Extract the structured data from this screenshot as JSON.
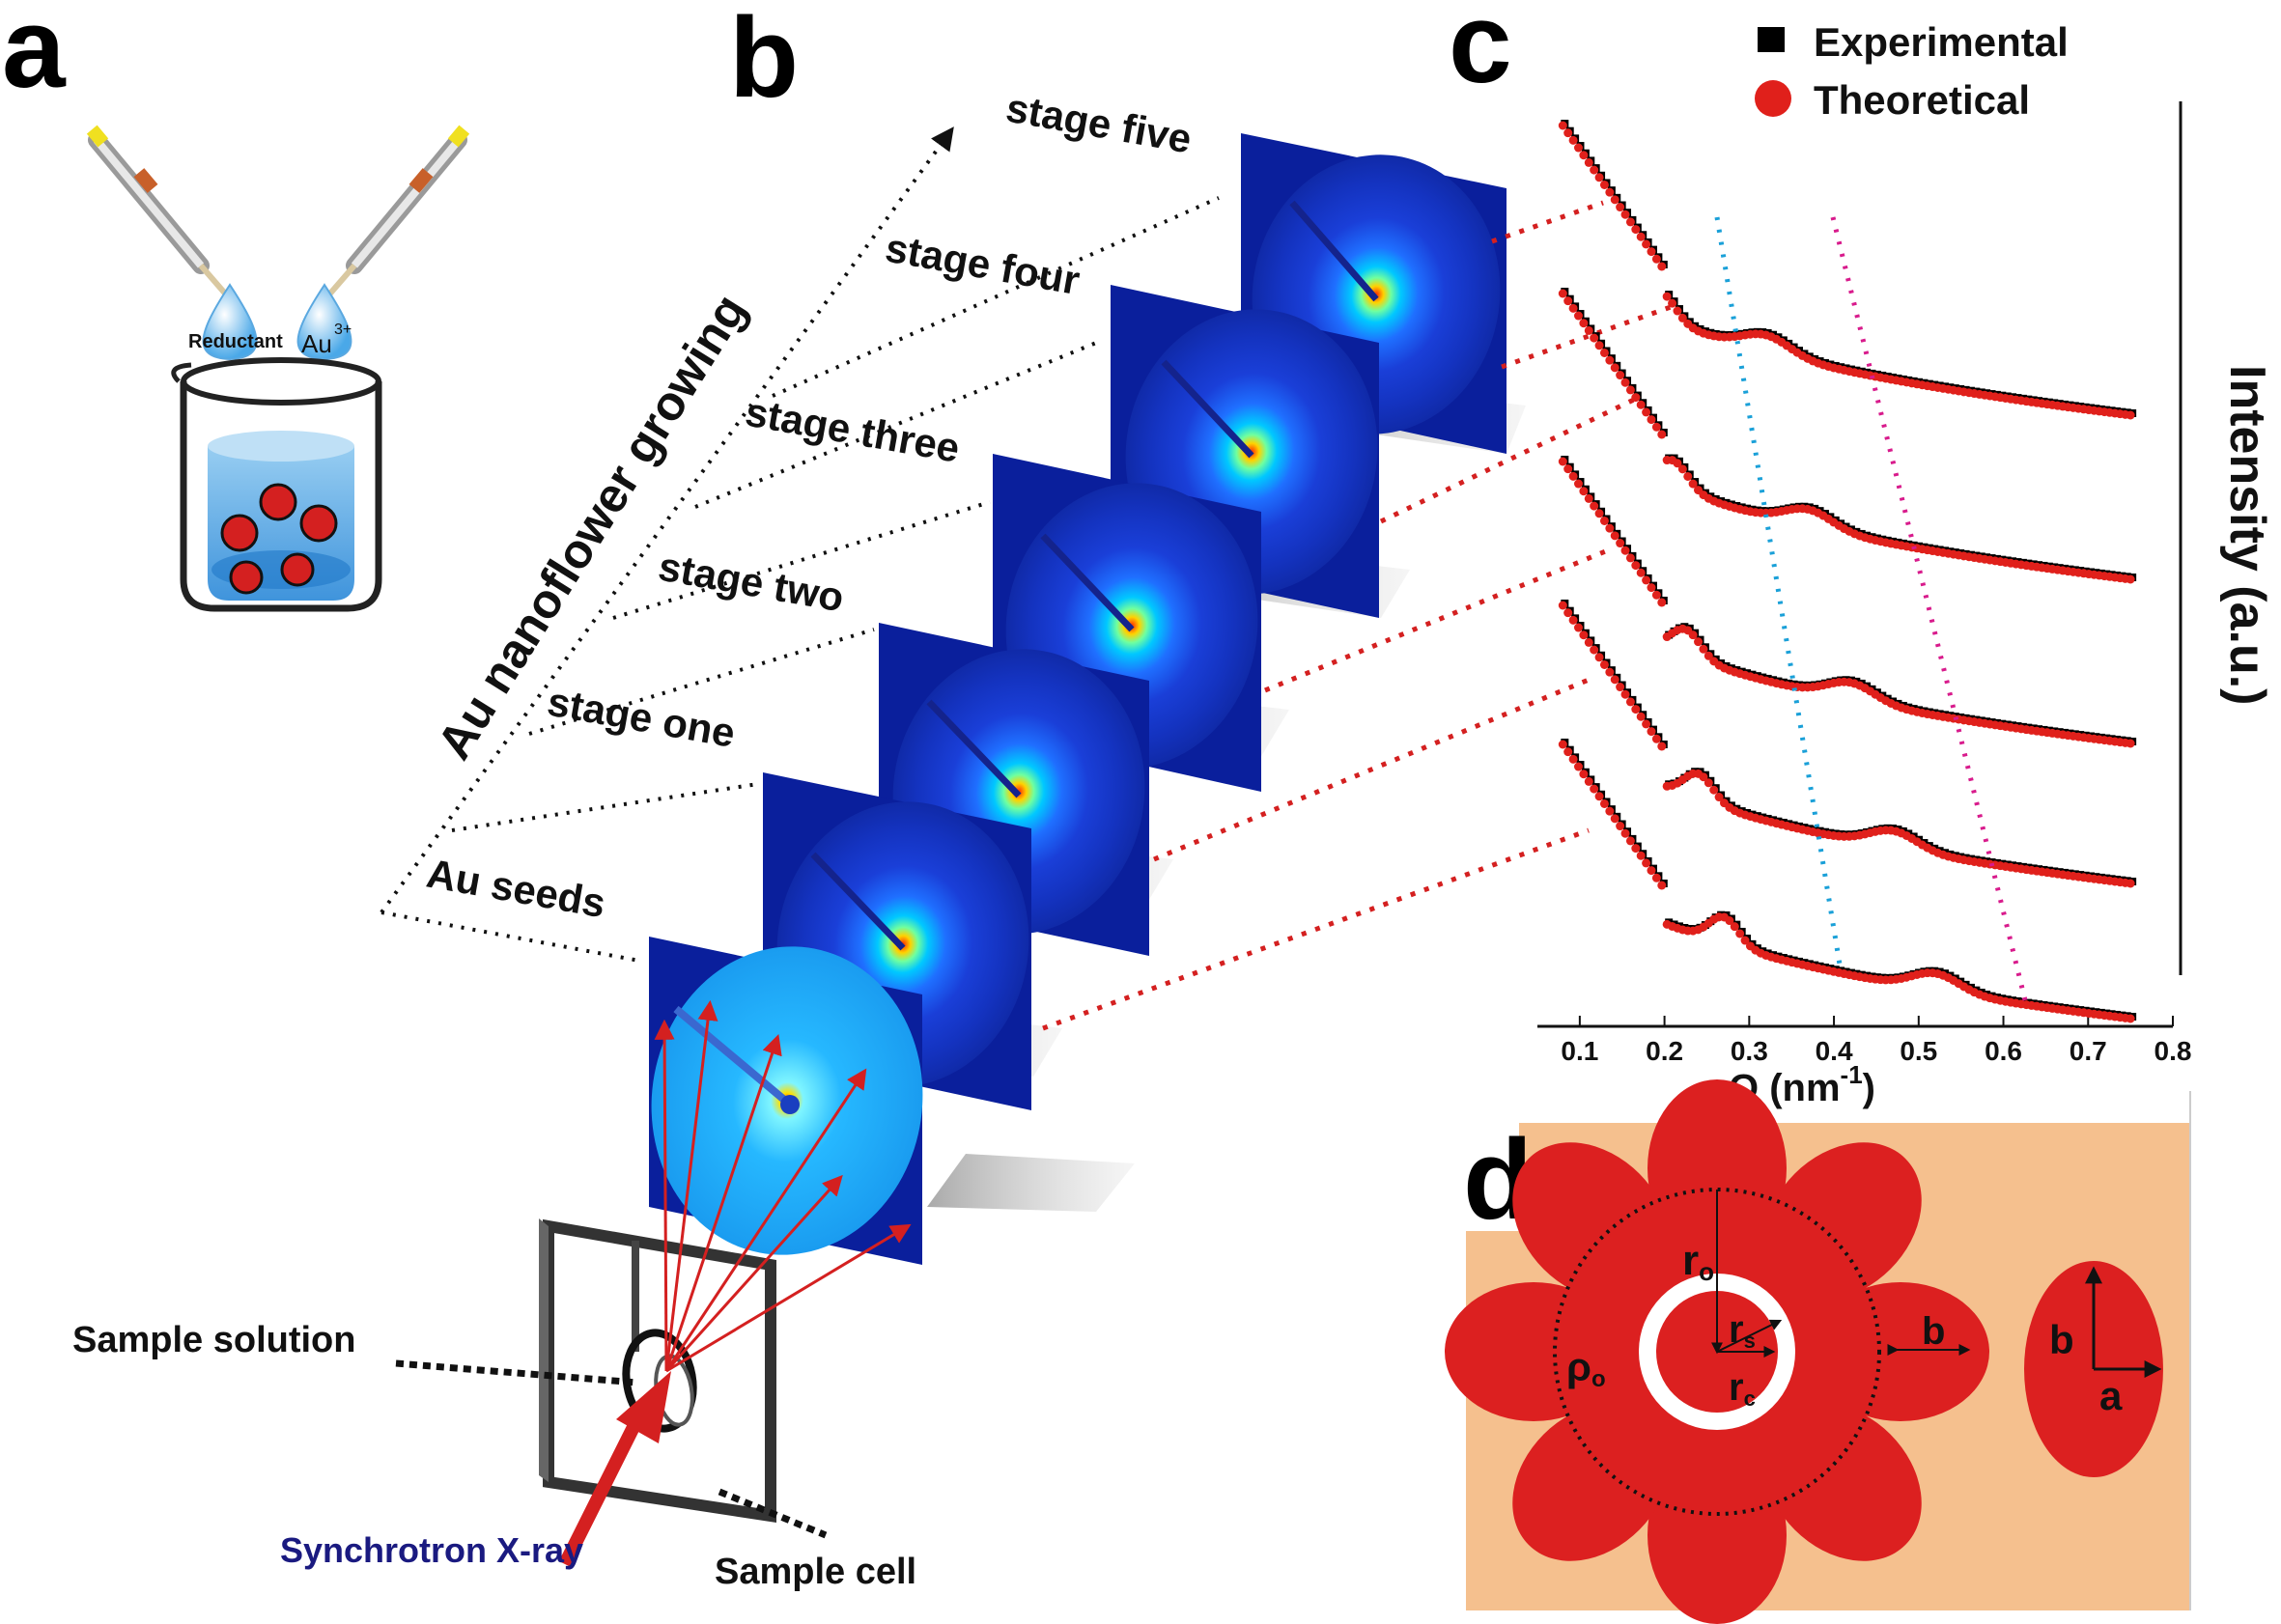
{
  "panels": {
    "a": "a",
    "b": "b",
    "c": "c",
    "d": "d"
  },
  "panel_a": {
    "reductant": "Reductant",
    "au_ion": "Au",
    "au_charge": "3+"
  },
  "panel_b": {
    "axis_label": "Au nanoflower growing",
    "stages": [
      "Au seeds",
      "stage one",
      "stage two",
      "stage three",
      "stage four",
      "stage five"
    ],
    "sample_solution": "Sample solution",
    "sample_cell": "Sample cell",
    "xray": "Synchrotron X-ray"
  },
  "chart_data": {
    "type": "scatter",
    "legend": [
      {
        "name": "Experimental",
        "marker": "square",
        "color": "#000000"
      },
      {
        "name": "Theoretical",
        "marker": "circle",
        "color": "#e0201b"
      }
    ],
    "legend_position": "top-right",
    "xlabel": "Q (nm",
    "xlabel_sup": "-1",
    "xlabel_close": ")",
    "ylabel": "Intensity (a.u.)",
    "xlim": [
      0.05,
      0.8
    ],
    "x_ticks": [
      "0.1",
      "0.2",
      "0.3",
      "0.4",
      "0.5",
      "0.6",
      "0.7",
      "0.8"
    ],
    "x_range_data": [
      0.08,
      0.75
    ],
    "curves": [
      "stage five",
      "stage four",
      "stage three",
      "stage two",
      "stage one"
    ],
    "guide_lines_colors": [
      "#1aa0d8",
      "#d81b8c"
    ]
  },
  "panel_d": {
    "r_o": "r",
    "r_o_sub": "o",
    "r_s": "r",
    "r_s_sub": "s",
    "r_c": "r",
    "r_c_sub": "c",
    "rho": "ρ",
    "rho_sub": "o",
    "b1": "b",
    "b2": "b",
    "a": "a"
  },
  "colors": {
    "petal": "#dc2020",
    "background_d": "#f5c08e",
    "detector_bg": "#0a1f9c",
    "arrow": "#d42020",
    "xray_label": "#1a1a80"
  }
}
